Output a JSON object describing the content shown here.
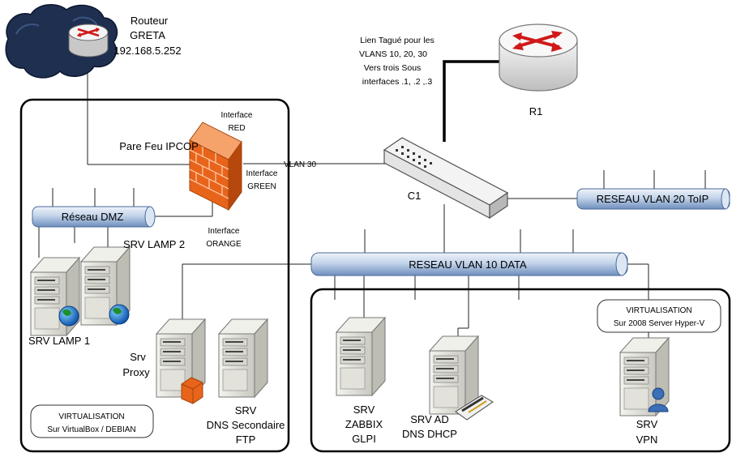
{
  "router_greta": {
    "line1": "Routeur",
    "line2": "GRETA",
    "line3": "192.168.5.252"
  },
  "link_note": {
    "l1": "Lien Tagué pour les",
    "l2": "VLANS 10, 20, 30",
    "l3": "Vers trois Sous",
    "l4": "interfaces .1, .2 ,.3"
  },
  "r1": {
    "label": "R1"
  },
  "firewall": {
    "label": "Pare Feu IPCOP"
  },
  "interfaces": {
    "red_l1": "Interface",
    "red_l2": "RED",
    "green_l1": "Interface",
    "green_l2": "GREEN",
    "orange_l1": "Interface",
    "orange_l2": "ORANGE"
  },
  "vlan30": {
    "label": "VLAN 30"
  },
  "switch": {
    "label": "C1"
  },
  "buses": {
    "dmz": "Réseau DMZ",
    "vlan20": "RESEAU VLAN 20 ToIP",
    "vlan10": "RESEAU VLAN 10 DATA"
  },
  "servers": {
    "lamp2": "SRV LAMP 2",
    "lamp1": "SRV LAMP 1",
    "proxy_l1": "Srv",
    "proxy_l2": "Proxy",
    "dns_l1": "SRV",
    "dns_l2": "DNS Secondaire",
    "dns_l3": "FTP",
    "zabbix_l1": "SRV",
    "zabbix_l2": "ZABBIX",
    "zabbix_l3": "GLPI",
    "ad_l1": "SRV AD",
    "ad_l2": "DNS DHCP",
    "vpn_l1": "SRV",
    "vpn_l2": "VPN"
  },
  "virt_left": {
    "l1": "VIRTUALISATION",
    "l2": "Sur VirtualBox / DEBIAN"
  },
  "virt_right": {
    "l1": "VIRTUALISATION",
    "l2": "Sur 2008 Server Hyper-V"
  },
  "colors": {
    "bus_fill_light": "#dbe6f3",
    "bus_fill_dark": "#7f9fc9",
    "firewall": "#e8641b",
    "cloud": "#20304f",
    "server": "#e6e6df"
  }
}
